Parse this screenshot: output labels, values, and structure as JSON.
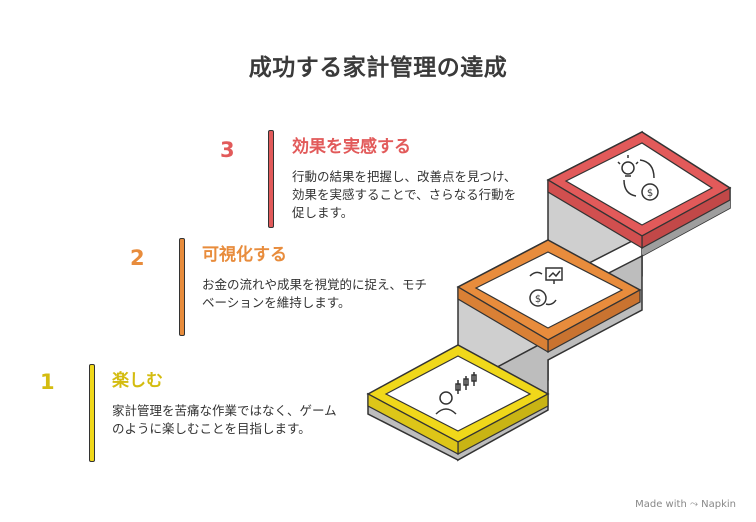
{
  "title": "成功する家計管理の達成",
  "steps": [
    {
      "number": "1",
      "title": "楽しむ",
      "description": "家計管理を苦痛な作業ではなく、ゲームのように楽しむことを目指します。",
      "color": "#f0d81a"
    },
    {
      "number": "2",
      "title": "可視化する",
      "description": "お金の流れや成果を視覚的に捉え、モチベーションを維持します。",
      "color": "#e88c3c"
    },
    {
      "number": "3",
      "title": "効果を実感する",
      "description": "行動の結果を把握し、改善点を見つけ、効果を実感することで、さらなる行動を促します。",
      "color": "#e25a5a"
    }
  ],
  "footer": "Made with ⤳ Napkin"
}
